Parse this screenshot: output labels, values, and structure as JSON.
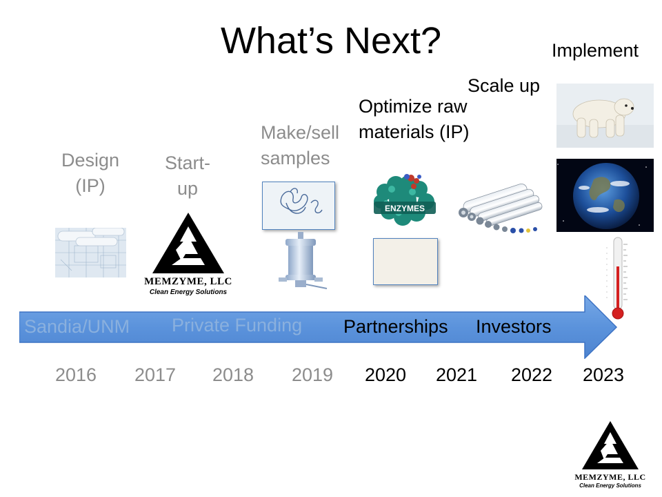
{
  "title": "What’s Next?",
  "colors": {
    "arrow": "#5b93dc",
    "arrow_dark": "#3d73c4",
    "grey_text": "#8c8c8c",
    "box_border": "#4f81bd",
    "thermo_red": "#d42020"
  },
  "stages": {
    "design": "Design\n(IP)",
    "startup": "Start-\nup",
    "samples": "Make/sell\nsamples",
    "optimize": "Optimize raw\nmaterials (IP)",
    "scaleup": "Scale up",
    "implement": "Implement"
  },
  "arrow_labels": {
    "sandia": "Sandia/UNM",
    "private": "Private Funding",
    "partnerships": "Partnerships",
    "investors": "Investors"
  },
  "years": [
    "2016",
    "2017",
    "2018",
    "2019",
    "2020",
    "2021",
    "2022",
    "2023"
  ],
  "enzymes_label": "ENZYMES",
  "logo": {
    "name": "MEMZYME, LLC",
    "tagline": "Clean Energy Solutions"
  },
  "icons": [
    "blueprint-icon",
    "protein-icon",
    "filter-housing-icon",
    "enzyme-icon",
    "membrane-tubes-icon",
    "polar-bear-icon",
    "earth-icon",
    "thermometer-icon",
    "memzyme-logo-icon"
  ]
}
